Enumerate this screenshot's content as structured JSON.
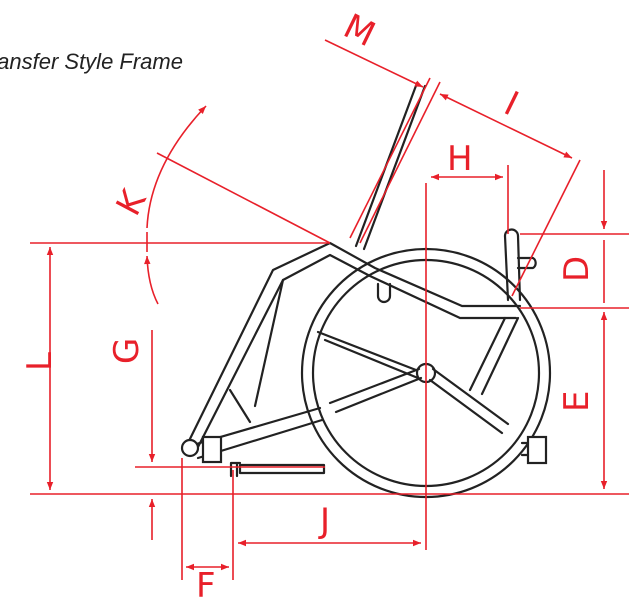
{
  "title": "Transfer Style Frame",
  "colors": {
    "dimension": "#e8202a",
    "frame": "#222222",
    "background": "#ffffff"
  },
  "labels": {
    "M": "M",
    "I": "I",
    "H": "H",
    "K": "K",
    "D": "D",
    "L": "L",
    "G": "G",
    "E": "E",
    "J": "J",
    "F": "F"
  }
}
